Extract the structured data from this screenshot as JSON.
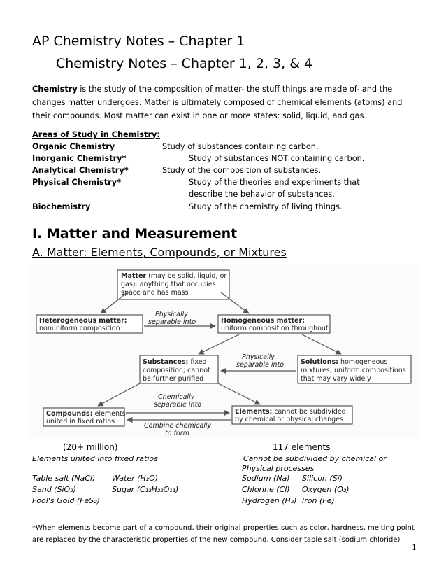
{
  "header": {
    "title_line1": "AP Chemistry Notes – Chapter 1",
    "title_line2": "Chemistry Notes – Chapter 1, 2, 3, & 4"
  },
  "intro": {
    "term": "Chemistry",
    "text": " is the study of the composition of matter- the stuff things are made of- and the changes matter undergoes.  Matter is ultimately composed of chemical elements (atoms)  and their compounds.  Most matter can exist in one or more states: solid, liquid, and gas."
  },
  "areas": {
    "heading": "Areas of Study in Chemistry:",
    "items": [
      {
        "name": "Organic Chemistry",
        "desc": "Study of substances containing carbon."
      },
      {
        "name": "Inorganic Chemistry*",
        "desc": "Study of substances NOT containing carbon."
      },
      {
        "name": "Analytical Chemistry*",
        "desc": "Study of the composition of substances."
      },
      {
        "name": "Physical Chemistry*",
        "desc": "Study of the theories and experiments that",
        "desc2": "describe the behavior of substances."
      },
      {
        "name": "Biochemistry",
        "desc": "Study of the chemistry of living things."
      }
    ]
  },
  "section": {
    "heading": "I.  Matter and Measurement",
    "subheading": "A. Matter: Elements, Compounds, or Mixtures"
  },
  "diagram": {
    "matter": {
      "term": "Matter",
      "line1": " (may be solid, liquid, or",
      "line2": "gas): anything that occupies",
      "line3": "space and has mass"
    },
    "heterogeneous": {
      "term": "Heterogeneous matter:",
      "line2": "nonuniform composition"
    },
    "homogeneous": {
      "term": "Homogeneous matter:",
      "line2": "uniform composition throughout"
    },
    "substances": {
      "term": "Substances:",
      "line1": " fixed",
      "line2": "composition; cannot",
      "line3": "be further purified"
    },
    "solutions": {
      "term": "Solutions:",
      "line1": " homogeneous",
      "line2": "mixtures; uniform compositions",
      "line3": "that may vary widely"
    },
    "compounds": {
      "term": "Compounds:",
      "line1": " elements",
      "line2": "united in fixed ratios"
    },
    "elements": {
      "term": "Elements:",
      "line1": " cannot be subdivided",
      "line2": "by chemical or physical changes"
    },
    "label_phys1": {
      "line1": "Physically",
      "line2": "separable into"
    },
    "label_phys2": {
      "line1": "Physically",
      "line2": "separable into"
    },
    "label_chem1": {
      "line1": "Chemically",
      "line2": "separable into"
    },
    "label_chem2": {
      "line1": "Combine chemically",
      "line2": "to form"
    }
  },
  "compounds_col": {
    "count": "(20+ million)",
    "desc": "Elements united into fixed ratios",
    "ex1a": "Table salt (NaCl)",
    "ex1b": "Water (H₂O)",
    "ex2a": "Sand  (SiO₂)",
    "ex2b": "Sugar  (C₁₂H₂₂O₁₁)",
    "ex3a": "Fool's Gold (FeS₂)"
  },
  "elements_col": {
    "count": "117 elements",
    "desc1": "Cannot be subdivided by chemical or",
    "desc2": "Physical processes",
    "ex1a": "Sodium (Na)",
    "ex1b": "Silicon (Si)",
    "ex2a": "Chlorine (Cl)",
    "ex2b": "Oxygen (O₂)",
    "ex3a": "Hydrogen (H₂)",
    "ex3b": "Iron (Fe)"
  },
  "footnote": "*When elements become part of a compound, their original properties such as color, hardness, melting point are replaced by the characteristic properties of the new compound.  Consider table salt (sodium chloride)",
  "page_number": "1",
  "colors": {
    "box_border": "#333333",
    "arrow": "#555555",
    "diagram_bg": "#fbfbfb"
  }
}
